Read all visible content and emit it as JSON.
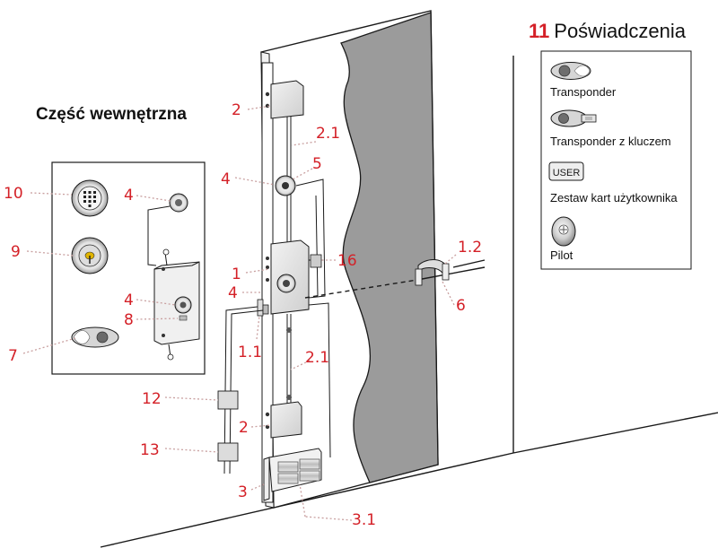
{
  "inner_section": {
    "title": "Część wewnętrzna"
  },
  "legend": {
    "number": "11",
    "title": "Poświadczenia",
    "items": [
      {
        "label": "Transponder",
        "icon": "transponder-icon"
      },
      {
        "label": "Transponder z kluczem",
        "icon": "transponder-key-icon"
      },
      {
        "label": "Zestaw kart użytkownika",
        "icon": "user-card-icon",
        "card_text": "USER"
      },
      {
        "label": "Pilot",
        "icon": "remote-control-icon"
      }
    ]
  },
  "callouts": {
    "c1": "1",
    "c1_1": "1.1",
    "c1_2": "1.2",
    "c2_top": "2",
    "c2_bottom": "2",
    "c2_1_top": "2.1",
    "c2_1_bottom": "2.1",
    "c3": "3",
    "c3_1": "3.1",
    "c4_door_upper": "4",
    "c4_door_lower": "4",
    "c4_inset_upper": "4",
    "c4_inset_lower": "4",
    "c5": "5",
    "c6": "6",
    "c7": "7",
    "c8": "8",
    "c9": "9",
    "c10": "10",
    "c12": "12",
    "c13": "13",
    "c16": "16"
  },
  "colors": {
    "label": "#d42027",
    "wall_panel": "#9b9b9b",
    "leader": "#c9a0a0"
  }
}
